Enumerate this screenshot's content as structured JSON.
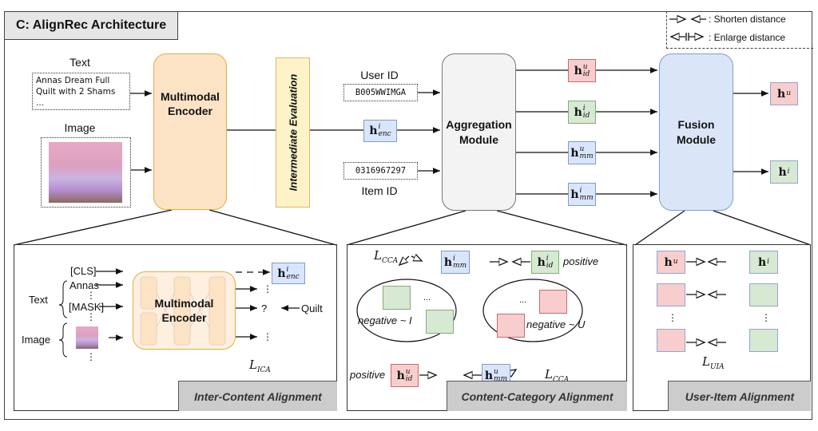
{
  "title": "C: AlignRec Architecture",
  "legend": {
    "shorten": ": Shorten distance",
    "enlarge": ": Enlarge distance"
  },
  "inputs": {
    "text_label": "Text",
    "text_value": [
      "Annas Dream Full",
      "Quilt with 2 Shams",
      "..."
    ],
    "image_label": "Image",
    "user_id_label": "User ID",
    "user_id_value": "B005WWIMGA",
    "item_id_label": "Item ID",
    "item_id_value": "0316967297"
  },
  "modules": {
    "encoder": "Multimodal Encoder",
    "encoder_line1": "Multimodal",
    "encoder_line2": "Encoder",
    "intermediate": "Intermediate Evaluation",
    "aggregation_line1": "Aggregation",
    "aggregation_line2": "Module",
    "fusion_line1": "Fusion",
    "fusion_line2": "Module"
  },
  "vectors": {
    "h": "h",
    "enc": {
      "sup": "i",
      "sub": "enc"
    },
    "id_u": {
      "sup": "u",
      "sub": "id"
    },
    "id_i": {
      "sup": "i",
      "sub": "id"
    },
    "mm_u": {
      "sup": "u",
      "sub": "mm"
    },
    "mm_i": {
      "sup": "i",
      "sub": "mm"
    },
    "out_u": {
      "sup": "u"
    },
    "out_i": {
      "sup": "i"
    }
  },
  "panels": {
    "ica": {
      "tag": "Inter-Content Alignment",
      "tokens": [
        "[CLS]",
        "Annas",
        "[MASK]"
      ],
      "text_label": "Text",
      "image_label": "Image",
      "encoder_line1": "Multimodal",
      "encoder_line2": "Encoder",
      "mask_out": "?",
      "mask_target": "Quilt",
      "loss": "L",
      "loss_sub": "ICA"
    },
    "cca": {
      "tag": "Content-Category Alignment",
      "positive": "positive",
      "negative_item": "negative ~ I",
      "negative_user": "negative ~ U",
      "ellipsis": "...",
      "loss": "L",
      "loss_sub": "CCA"
    },
    "uia": {
      "tag": "User-Item Alignment",
      "loss": "L",
      "loss_sub": "UIA"
    }
  },
  "colors": {
    "user_red": "#f8cdcd",
    "item_green": "#d7e8d3",
    "mm_blue": "#d9e5fb",
    "encoder_orange": "#fde3c6",
    "intermediate_yellow": "#fef2c8",
    "aggregation_gray": "#f3f3f3",
    "tag_gray": "#cccccc"
  }
}
